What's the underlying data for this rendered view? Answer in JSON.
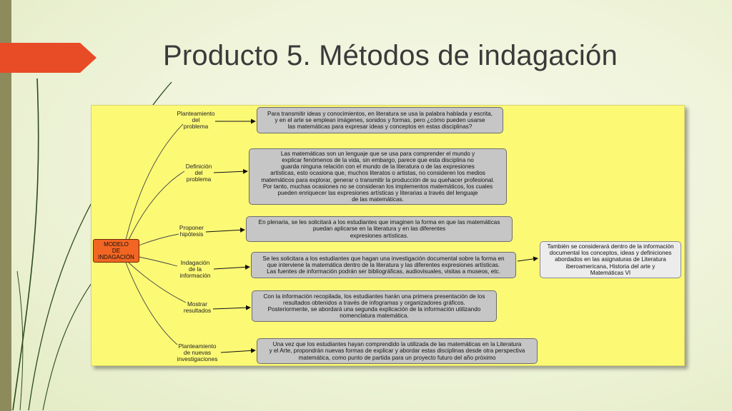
{
  "slide": {
    "title": "Producto 5. Métodos de indagación"
  },
  "colors": {
    "panel": "#fcf975",
    "root_node": "#f26522",
    "accent_tab": "#e84c27",
    "box_fill": "#c6c6c6",
    "left_bar": "#8d8a5c"
  },
  "diagram": {
    "root": "MODELO\nDE\nINDAGACIÓN",
    "branches": [
      {
        "label": "Planteamiento\ndel\nproblema",
        "text": "Para transmitir ideas y conocimientos, en literatura se usa la palabra hablada y escrita,\ny en el arte se emplean imágenes, sonidos y formas, pero ¿cómo pueden usarse\nlas matemáticas para expresar ideas y conceptos en estas disciplinas?"
      },
      {
        "label": "Definición\ndel\nproblema",
        "text": "Las matemáticas son un lenguaje que se usa para comprender el mundo y\nexplicar fenómenos de la vida, sin embargo, parece que esta disciplina no\nguarda ninguna relación con el mundo de la literatura o de las expresiones\nartísticas, esto ocasiona que, muchos literatos o artistas, no consideren los medios\nmatemáticos para explorar, generar o transmitir la producción de su quehacer profesional.\nPor tanto, muchas ocasiones no se consideran los implementos matemáticos, los cuales\npueden enriquecer las expresiones artísticas y literarias a través del lenguaje\nde las matemáticas."
      },
      {
        "label": "Proponer\nhipótesis",
        "text": "En plenaria, se les solicitará a los estudiantes que imaginen la forma en que las matemáticas\npuedan aplicarse en la literatura y en las diferentes\nexpresiones artísticas."
      },
      {
        "label": "Indagación\nde la\ninformación",
        "text": "Se les solicitara a los estudiantes que hagan una investigación documental sobre la forma en\nque interviene la matemática dentro de la literatura y las diferentes expresiones artísticas.\nLas fuentes de información podrán ser bibliográficas, audiovisuales, visitas a museos, etc."
      },
      {
        "label": "Mostrar\nresultados",
        "text": "Con la información recopilada, los estudiantes harán una primera presentación de los\nresultados obtenidos a través de infogramas y organizadores gráficos.\nPosteriormente, se abordará una segunda explicación de la información utilizando\nnomenclatura matemática."
      },
      {
        "label": "Planteamiento\nde nuevas\ninvestigaciones",
        "text": "Una vez que los estudiantes hayan comprendido la utilizada de las matemáticas en la Literatura\ny el Arte, propondrán nuevas formas de explicar y abordar estas disciplinas desde otra perspectiva\nmatemática, como punto de partida para un proyecto futuro del año próximo"
      }
    ],
    "extra_note": "También se considerará dentro de la información\ndocumental los conceptos, ideas y definiciones\nabordados en las asignaturas de Literatura\niberoamericana, Historia del arte y\nMatemáticas VI"
  }
}
